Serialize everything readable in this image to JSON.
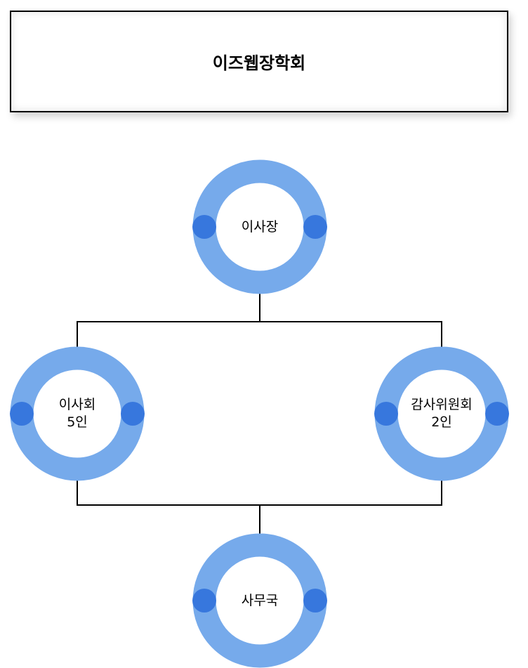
{
  "title": "이즈웹장학회",
  "colors": {
    "ring": "#76aaeb",
    "dot": "#3777dd",
    "line": "#000000"
  },
  "nodes": {
    "chairman": {
      "label": "이사장"
    },
    "board": {
      "label": "이사회",
      "sub": "5인"
    },
    "audit": {
      "label": "감사위원회",
      "sub": "2인"
    },
    "secretariat": {
      "label": "사무국"
    }
  }
}
